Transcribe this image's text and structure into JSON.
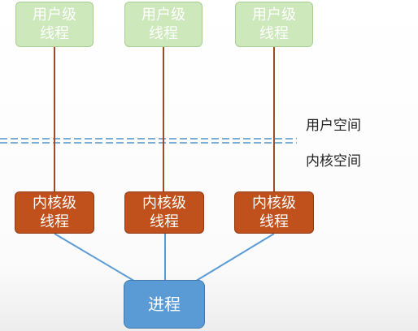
{
  "user_threads": [
    {
      "label": "用户级\n线程"
    },
    {
      "label": "用户级\n线程"
    },
    {
      "label": "用户级\n线程"
    }
  ],
  "kernel_threads": [
    {
      "label": "内核级\n线程"
    },
    {
      "label": "内核级\n线程"
    },
    {
      "label": "内核级\n线程"
    }
  ],
  "process": {
    "label": "进程"
  },
  "regions": {
    "user_space": "用户空间",
    "kernel_space": "内核空间"
  },
  "colors": {
    "user_thread_fill": "#cde8bb",
    "kernel_thread_fill": "#c0501c",
    "process_fill": "#5b9bd5",
    "thread_link": "#9b4a2a",
    "process_link": "#5b9bd5",
    "boundary": "#7aaed6"
  }
}
